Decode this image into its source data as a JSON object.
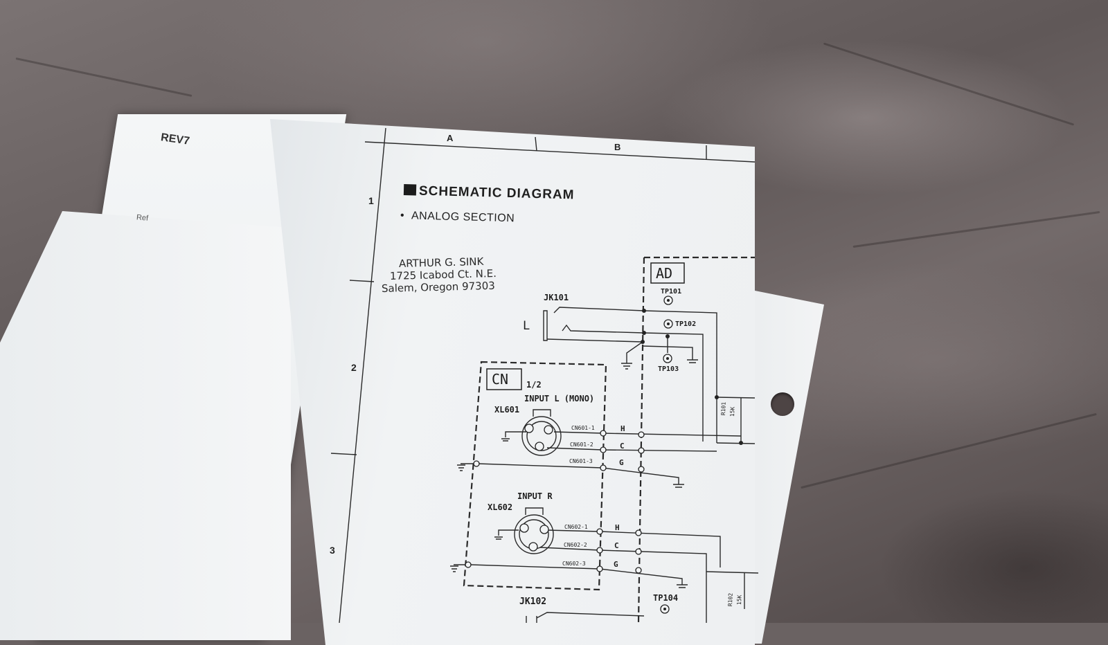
{
  "sheets": {
    "back_sheet_label": "REV7",
    "ref_label": "Ref"
  },
  "schematic": {
    "columns": [
      "A",
      "B"
    ],
    "rows": [
      "1",
      "2",
      "3"
    ],
    "title": "SCHEMATIC DIAGRAM",
    "subtitle": "ANALOG SECTION",
    "address": {
      "line1": "ARTHUR G. SINK",
      "line2": "1725 Icabod Ct. N.E.",
      "line3": "Salem, Oregon 97303"
    },
    "blocks": {
      "ad": "AD",
      "cn": "CN",
      "cn_page": "1/2"
    },
    "components": {
      "jk101": "JK101",
      "jk102": "JK102",
      "channel_l": "L",
      "tp101": "TP101",
      "tp102": "TP102",
      "tp103": "TP103",
      "tp104": "TP104",
      "xl601": "XL601",
      "xl602": "XL602",
      "input_l": "INPUT L (MONO)",
      "input_r": "INPUT R",
      "cn601_1": "CN601-1",
      "cn601_2": "CN601-2",
      "cn601_3": "CN601-3",
      "cn602_1": "CN602-1",
      "cn602_2": "CN602-2",
      "cn602_3": "CN602-3",
      "sig_h": "H",
      "sig_c": "C",
      "sig_g": "G",
      "r101": "R101",
      "r101_val": "15K",
      "r102": "R102",
      "r102_val": "15K"
    }
  }
}
